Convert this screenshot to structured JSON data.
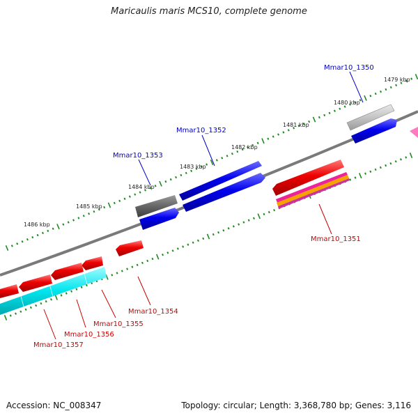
{
  "title": "Maricaulis maris MCS10, complete genome",
  "footer": {
    "accession": "Accession: NC_008347",
    "info": "Topology: circular; Length: 3,368,780 bp; Genes: 3,116"
  },
  "kbp_labels": [
    "1479 kbp",
    "1480 kbp",
    "1481 kbp",
    "1482 kbp",
    "1483 kbp",
    "1484 kbp",
    "1485 kbp",
    "1486 kbp"
  ],
  "genes_forward": [
    "Mmar10_1350",
    "Mmar10_1352",
    "Mmar10_1353"
  ],
  "genes_reverse": [
    "Mmar10_1351",
    "Mmar10_1354",
    "Mmar10_1355",
    "Mmar10_1356",
    "Mmar10_1357"
  ],
  "colors": {
    "forward_label": "#0000cc",
    "reverse_label": "#cc0000",
    "cds_blue": "#0000ee",
    "cds_red": "#ee0000",
    "cds_cyan": "#00e5ee",
    "cds_gray": "#666666",
    "backbone": "#777777",
    "ticks": "#228822"
  }
}
